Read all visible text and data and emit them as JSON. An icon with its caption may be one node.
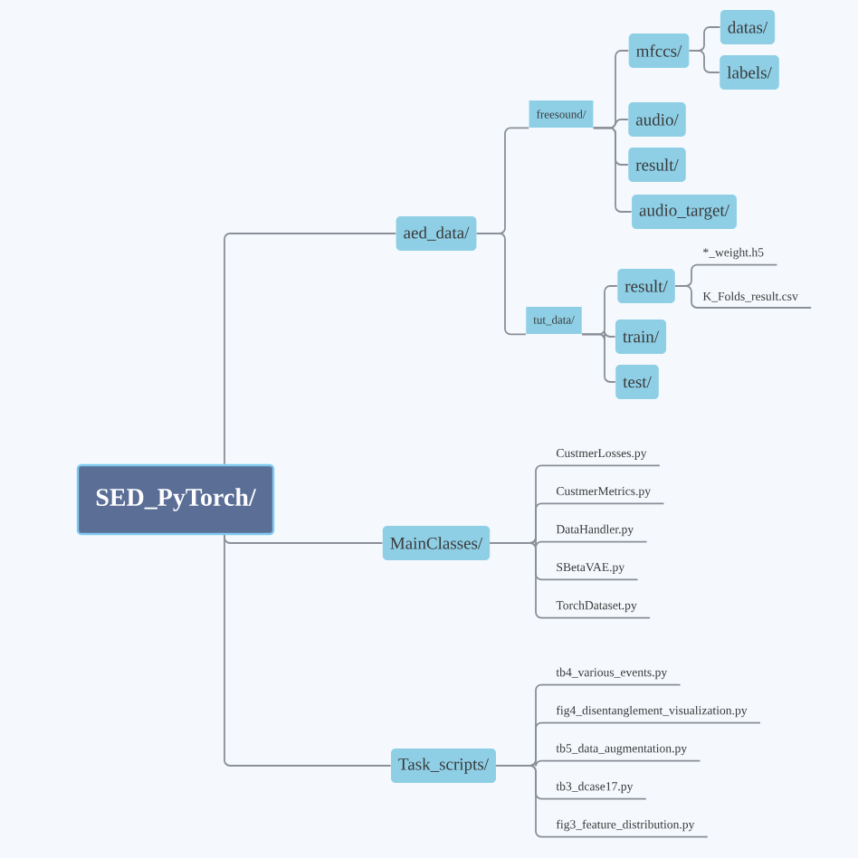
{
  "diagram": {
    "nodes": [
      {
        "text": [
          "SED_PyTorch/"
        ]
      },
      {
        "text": [
          "aed_data/"
        ]
      },
      {
        "text": [
          "freesound/"
        ]
      },
      {
        "text": [
          "tut_data/"
        ]
      },
      {
        "text": [
          "mfccs/"
        ]
      },
      {
        "text": [
          "datas/"
        ]
      },
      {
        "text": [
          "labels/"
        ]
      },
      {
        "text": [
          "audio/"
        ]
      },
      {
        "text": [
          "result/"
        ]
      },
      {
        "text": [
          "audio_target/"
        ]
      },
      {
        "text": [
          "result/"
        ]
      },
      {
        "text": [
          "train/"
        ]
      },
      {
        "text": [
          "test/"
        ]
      },
      {
        "text": [
          "*_weight.h5"
        ]
      },
      {
        "text": [
          "K_Folds_result.csv"
        ]
      },
      {
        "text": [
          "MainClasses/"
        ]
      },
      {
        "text": [
          "CustmerLosses.py"
        ]
      },
      {
        "text": [
          "CustmerMetrics.py"
        ]
      },
      {
        "text": [
          "DataHandler.py"
        ]
      },
      {
        "text": [
          "SBetaVAE.py"
        ]
      },
      {
        "text": [
          "TorchDataset.py"
        ]
      },
      {
        "text": [
          "Task_scripts/"
        ]
      },
      {
        "text": [
          "tb4_various_events.py"
        ]
      },
      {
        "text": [
          "fig4_disentanglement_visualization.py"
        ]
      },
      {
        "text": [
          "tb5_data_augmentation.py"
        ]
      },
      {
        "text": [
          "tb3_dcase17.py"
        ]
      },
      {
        "text": [
          "fig3_feature_distribution.py"
        ]
      }
    ],
    "edges": [
      {
        "from": 0,
        "to": 1,
        "arrow": "none"
      },
      {
        "from": 0,
        "to": 15,
        "arrow": "none"
      },
      {
        "from": 0,
        "to": 21,
        "arrow": "none"
      },
      {
        "from": 1,
        "to": 2,
        "arrow": "none"
      },
      {
        "from": 1,
        "to": 3,
        "arrow": "none"
      },
      {
        "from": 2,
        "to": 4,
        "arrow": "none"
      },
      {
        "from": 2,
        "to": 7,
        "arrow": "none"
      },
      {
        "from": 2,
        "to": 8,
        "arrow": "none"
      },
      {
        "from": 2,
        "to": 9,
        "arrow": "none"
      },
      {
        "from": 4,
        "to": 5,
        "arrow": "none"
      },
      {
        "from": 4,
        "to": 6,
        "arrow": "none"
      },
      {
        "from": 3,
        "to": 10,
        "arrow": "none"
      },
      {
        "from": 3,
        "to": 11,
        "arrow": "none"
      },
      {
        "from": 3,
        "to": 12,
        "arrow": "none"
      },
      {
        "from": 10,
        "to": 13,
        "arrow": "none"
      },
      {
        "from": 10,
        "to": 14,
        "arrow": "none"
      },
      {
        "from": 15,
        "to": 16,
        "arrow": "none"
      },
      {
        "from": 15,
        "to": 17,
        "arrow": "none"
      },
      {
        "from": 15,
        "to": 18,
        "arrow": "none"
      },
      {
        "from": 15,
        "to": 19,
        "arrow": "none"
      },
      {
        "from": 15,
        "to": 20,
        "arrow": "none"
      },
      {
        "from": 21,
        "to": 22,
        "arrow": "none"
      },
      {
        "from": 21,
        "to": 23,
        "arrow": "none"
      },
      {
        "from": 21,
        "to": 24,
        "arrow": "none"
      },
      {
        "from": 21,
        "to": 25,
        "arrow": "none"
      },
      {
        "from": 21,
        "to": 26,
        "arrow": "none"
      }
    ]
  }
}
